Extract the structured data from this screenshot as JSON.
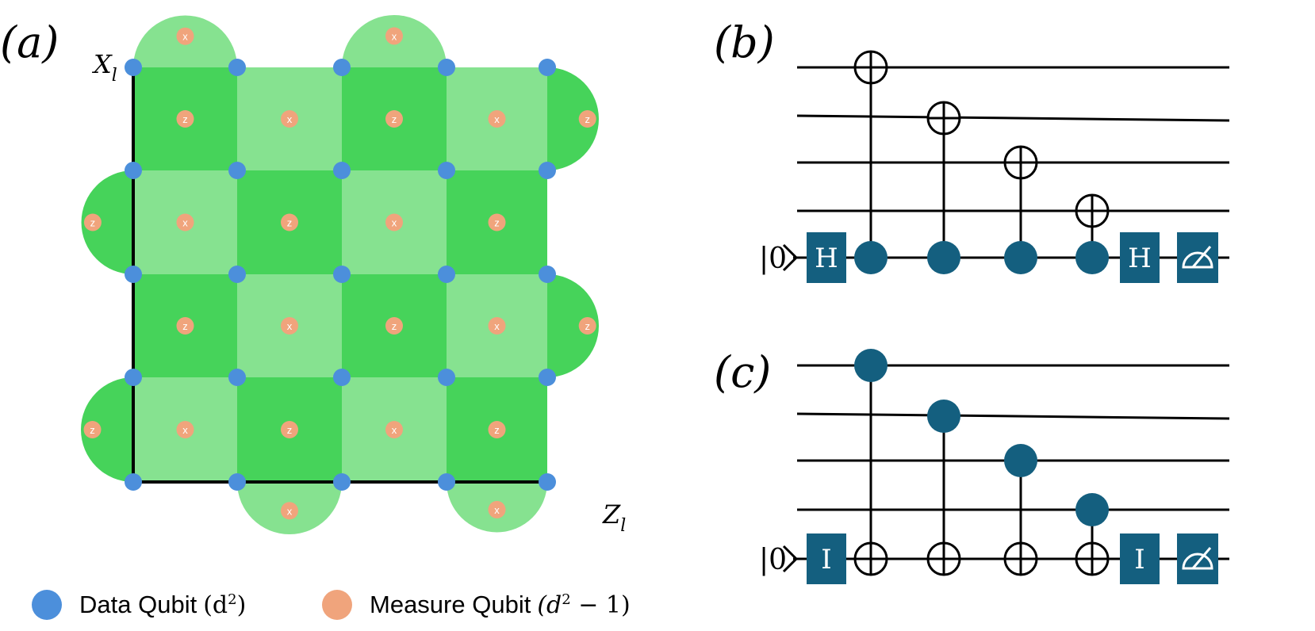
{
  "colors": {
    "dark_green": "#46d35a",
    "light_green": "#86e290",
    "data_qubit": "#4c8fdb",
    "measure_qubit": "#f0a47c",
    "gate_fill": "#145f7f",
    "line": "#000000"
  },
  "panel_labels": {
    "a": "(a)",
    "b": "(b)",
    "c": "(c)"
  },
  "surface_code": {
    "axis_x_label": "X",
    "axis_x_sub": "l",
    "axis_z_label": "Z",
    "axis_z_sub": "l",
    "plaquette_types": [
      [
        "z",
        "x",
        "z",
        "x"
      ],
      [
        "x",
        "z",
        "x",
        "z"
      ],
      [
        "z",
        "x",
        "z",
        "x"
      ],
      [
        "x",
        "z",
        "x",
        "z"
      ]
    ],
    "boundary_stabilizers": [
      {
        "side": "top",
        "index": 0,
        "type": "x"
      },
      {
        "side": "top",
        "index": 2,
        "type": "x"
      },
      {
        "side": "right",
        "index": 0,
        "type": "z"
      },
      {
        "side": "right",
        "index": 2,
        "type": "z"
      },
      {
        "side": "left",
        "index": 1,
        "type": "z"
      },
      {
        "side": "left",
        "index": 3,
        "type": "z"
      },
      {
        "side": "bottom",
        "index": 1,
        "type": "x"
      },
      {
        "side": "bottom",
        "index": 3,
        "type": "x"
      }
    ]
  },
  "circuit_b": {
    "ancilla_label": "|0",
    "gates": [
      "H",
      "H"
    ],
    "cnot_order": [
      0,
      1,
      2,
      3
    ],
    "control_on_ancilla": true
  },
  "circuit_c": {
    "ancilla_label": "|0",
    "gates": [
      "I",
      "I"
    ],
    "cnot_order": [
      0,
      1,
      2,
      3
    ],
    "control_on_ancilla": false
  },
  "legend": {
    "data_qubit_label": "Data Qubit",
    "data_qubit_count": "(d",
    "data_qubit_exp": "2",
    "data_qubit_close": ")",
    "measure_qubit_label": "Measure Qubit",
    "measure_qubit_count": "(d",
    "measure_qubit_exp": "2",
    "measure_qubit_close": " − 1)"
  }
}
